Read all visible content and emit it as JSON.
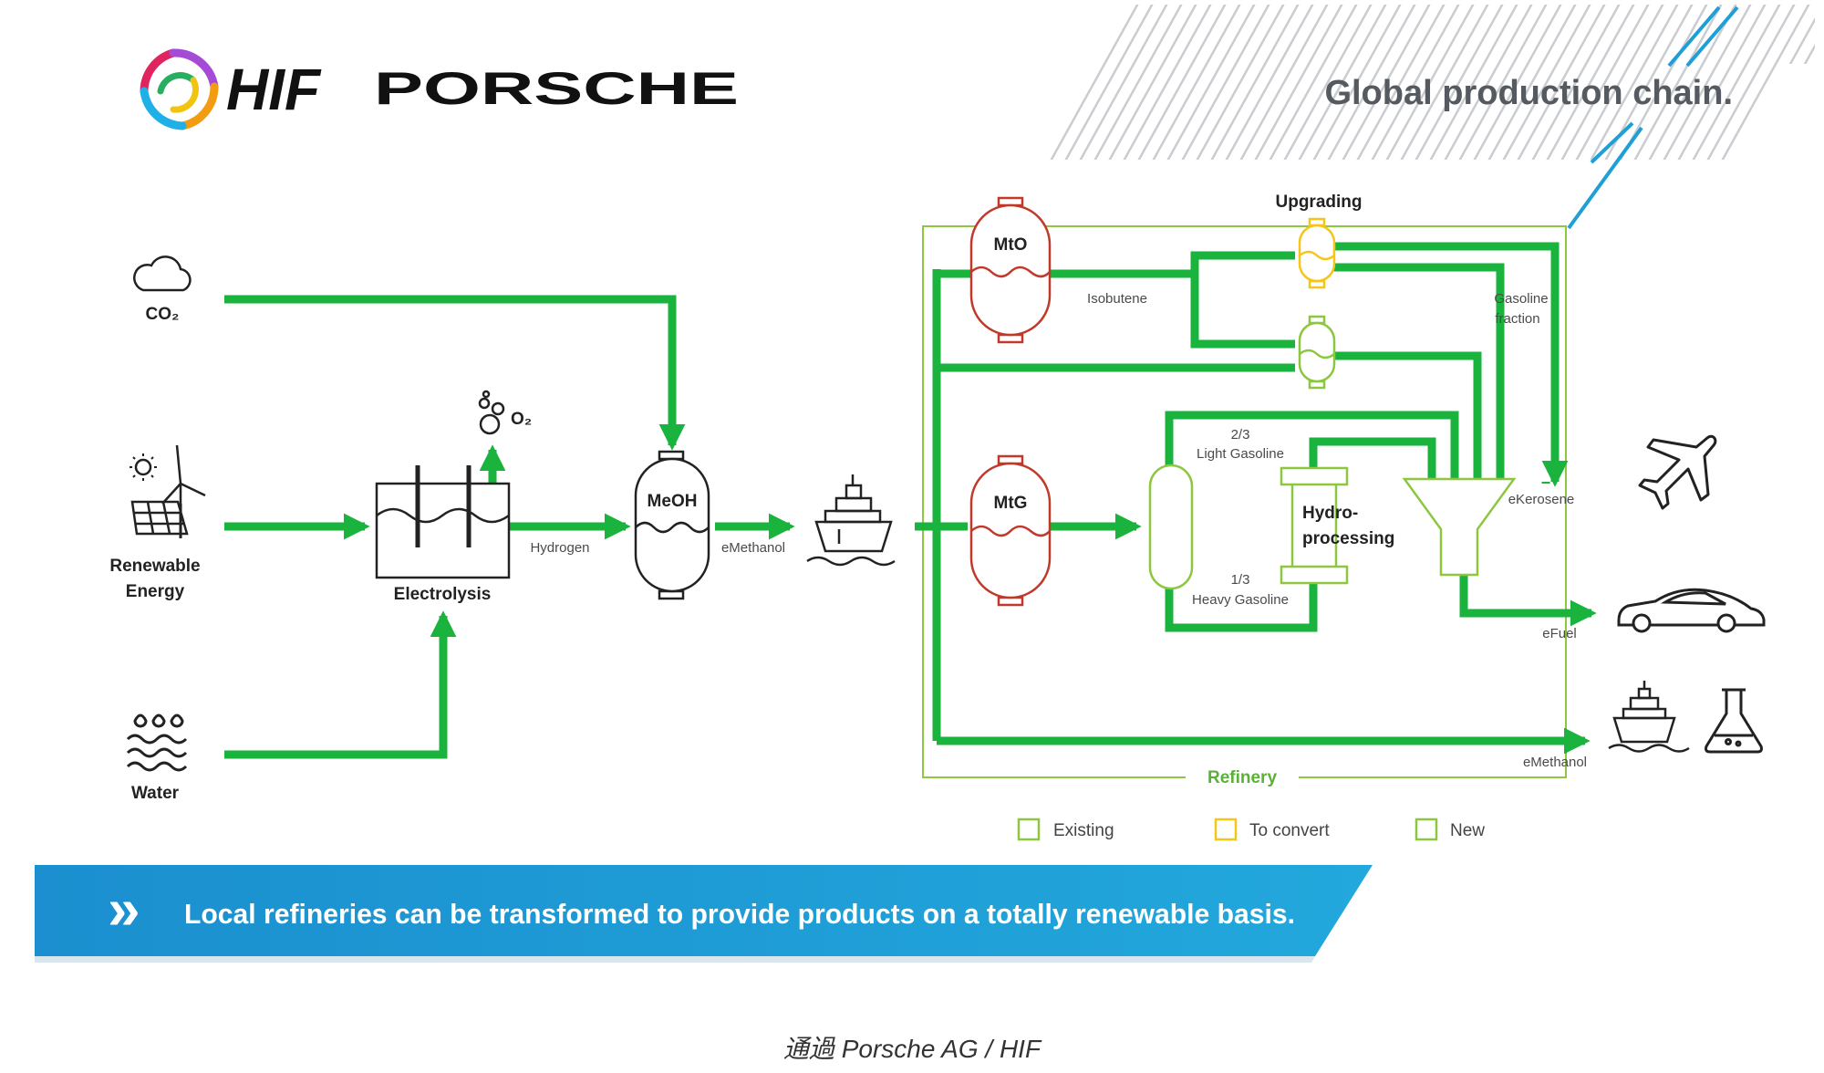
{
  "header": {
    "hif_logo_text": "HIF",
    "porsche_logo_text": "PORSCHE",
    "title": "Global production chain."
  },
  "inputs": {
    "co2": "CO₂",
    "renewable_energy_line1": "Renewable",
    "renewable_energy_line2": "Energy",
    "water": "Water"
  },
  "process": {
    "electrolysis": "Electrolysis",
    "o2": "O₂",
    "hydrogen": "Hydrogen",
    "meoh": "MeOH",
    "emethanol_stream": "eMethanol",
    "mto": "MtO",
    "mtg": "MtG",
    "isobutene": "Isobutene",
    "upgrading": "Upgrading",
    "gasoline_fraction_line1": "Gasoline",
    "gasoline_fraction_line2": "fraction",
    "light_ratio": "2/3",
    "light_gasoline": "Light Gasoline",
    "heavy_ratio": "1/3",
    "heavy_gasoline": "Heavy Gasoline",
    "hydroprocessing_line1": "Hydro-",
    "hydroprocessing_line2": "processing",
    "refinery": "Refinery"
  },
  "outputs": {
    "ekerosene": "eKerosene",
    "efuel": "eFuel",
    "emethanol": "eMethanol"
  },
  "legend": {
    "existing": "Existing",
    "to_convert": "To convert",
    "new": "New"
  },
  "banner": {
    "chevron": "»",
    "text": "Local refineries can be transformed to provide products on a totally renewable basis."
  },
  "caption": "通過 Porsche AG / HIF",
  "colors": {
    "flow_green": "#19b33e",
    "existing_green": "#8dc63f",
    "to_convert_yellow": "#f5c518",
    "new_red": "#c0392b",
    "banner_blue": "#1e9fd6",
    "title_gray": "#555a60"
  }
}
